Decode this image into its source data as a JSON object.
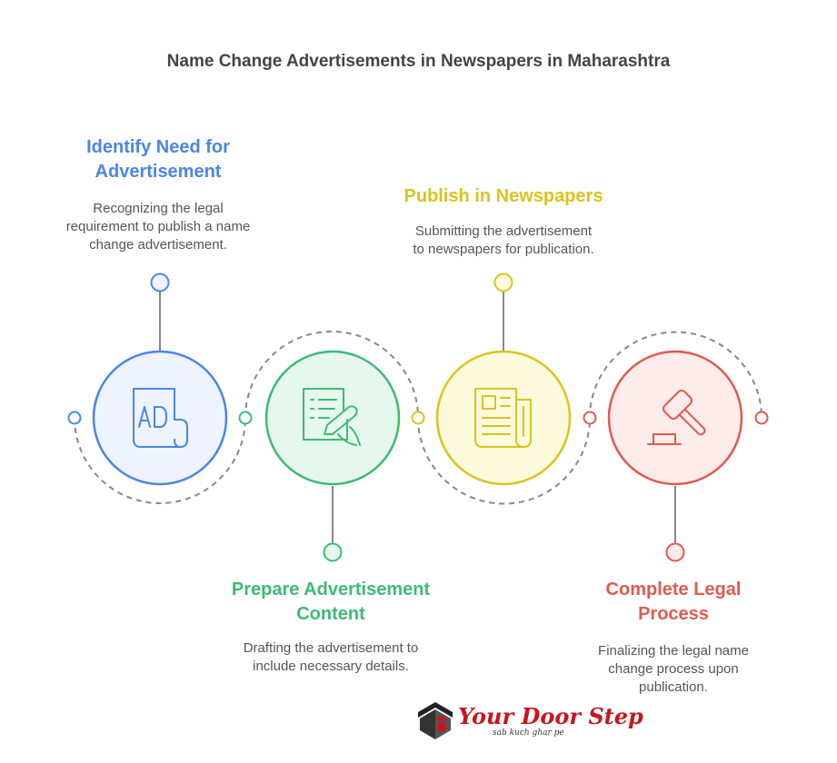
{
  "title": "Name Change Advertisements in Newspapers in Maharashtra",
  "steps": [
    {
      "title_line1": "Identify Need for",
      "title_line2": "Advertisement",
      "desc_lines": [
        "Recognizing the legal",
        "requirement to publish a name",
        "change advertisement."
      ],
      "color": "#4a86e8",
      "fill": "#eef3fd",
      "icon": "ad-document-icon"
    },
    {
      "title_line1": "Prepare Advertisement",
      "title_line2": "Content",
      "desc_lines": [
        "Drafting the advertisement to",
        "include necessary details."
      ],
      "color": "#3dbb75",
      "fill": "#e6f8ee",
      "icon": "writing-list-icon"
    },
    {
      "title_line1": "Publish in Newspapers",
      "title_line2": "",
      "desc_lines": [
        "Submitting the advertisement",
        "to newspapers for publication."
      ],
      "color": "#d9c41f",
      "fill": "#fdf9dc",
      "icon": "newspaper-icon"
    },
    {
      "title_line1": "Complete Legal",
      "title_line2": "Process",
      "desc_lines": [
        "Finalizing the legal name",
        "change process upon",
        "publication."
      ],
      "color": "#e05a4f",
      "fill": "#fdecea",
      "icon": "gavel-icon"
    }
  ],
  "logo": {
    "name": "Your Door Step",
    "tagline": "sab kuch ghar pe"
  }
}
